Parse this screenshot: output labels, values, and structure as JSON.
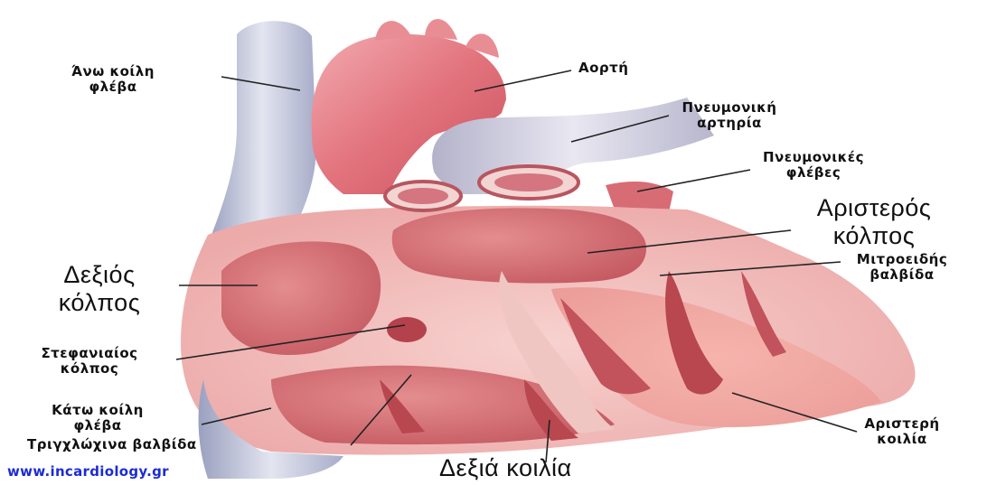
{
  "labels": {
    "superior_vena_cava": [
      "Άνω κοίλη",
      "φλέβα"
    ],
    "aorta": [
      "Αορτή"
    ],
    "pulmonary_artery": [
      "Πνευμονική",
      "αρτηρία"
    ],
    "pulmonary_veins": [
      "Πνευμονικές",
      "φλέβες"
    ],
    "left_atrium": [
      "Αριστερός",
      "κόλπος"
    ],
    "mitral_valve": [
      "Μιτροειδής",
      "βαλβίδα"
    ],
    "right_atrium": [
      "Δεξιός",
      "κόλπος"
    ],
    "coronary_sinus": [
      "Στεφανιαίος",
      "κόλπος"
    ],
    "inferior_vena_cava": [
      "Κάτω κοίλη",
      "φλέβα"
    ],
    "tricuspid_valve": [
      "Τριγχλώχινα βαλβίδα"
    ],
    "left_ventricle": [
      "Αριστερή",
      "κοιλία"
    ],
    "right_ventricle": [
      "Δεξιά κοιλία"
    ]
  },
  "source_url": "www.incardiology.gr",
  "colors": {
    "vein_blue": "#b9bfd6",
    "artery_red": "#e47f86",
    "chamber_pink": "#f4b3ad",
    "muscle_dark": "#b8474f",
    "leader_line": "#222222",
    "url_blue": "#1d2bd6"
  }
}
